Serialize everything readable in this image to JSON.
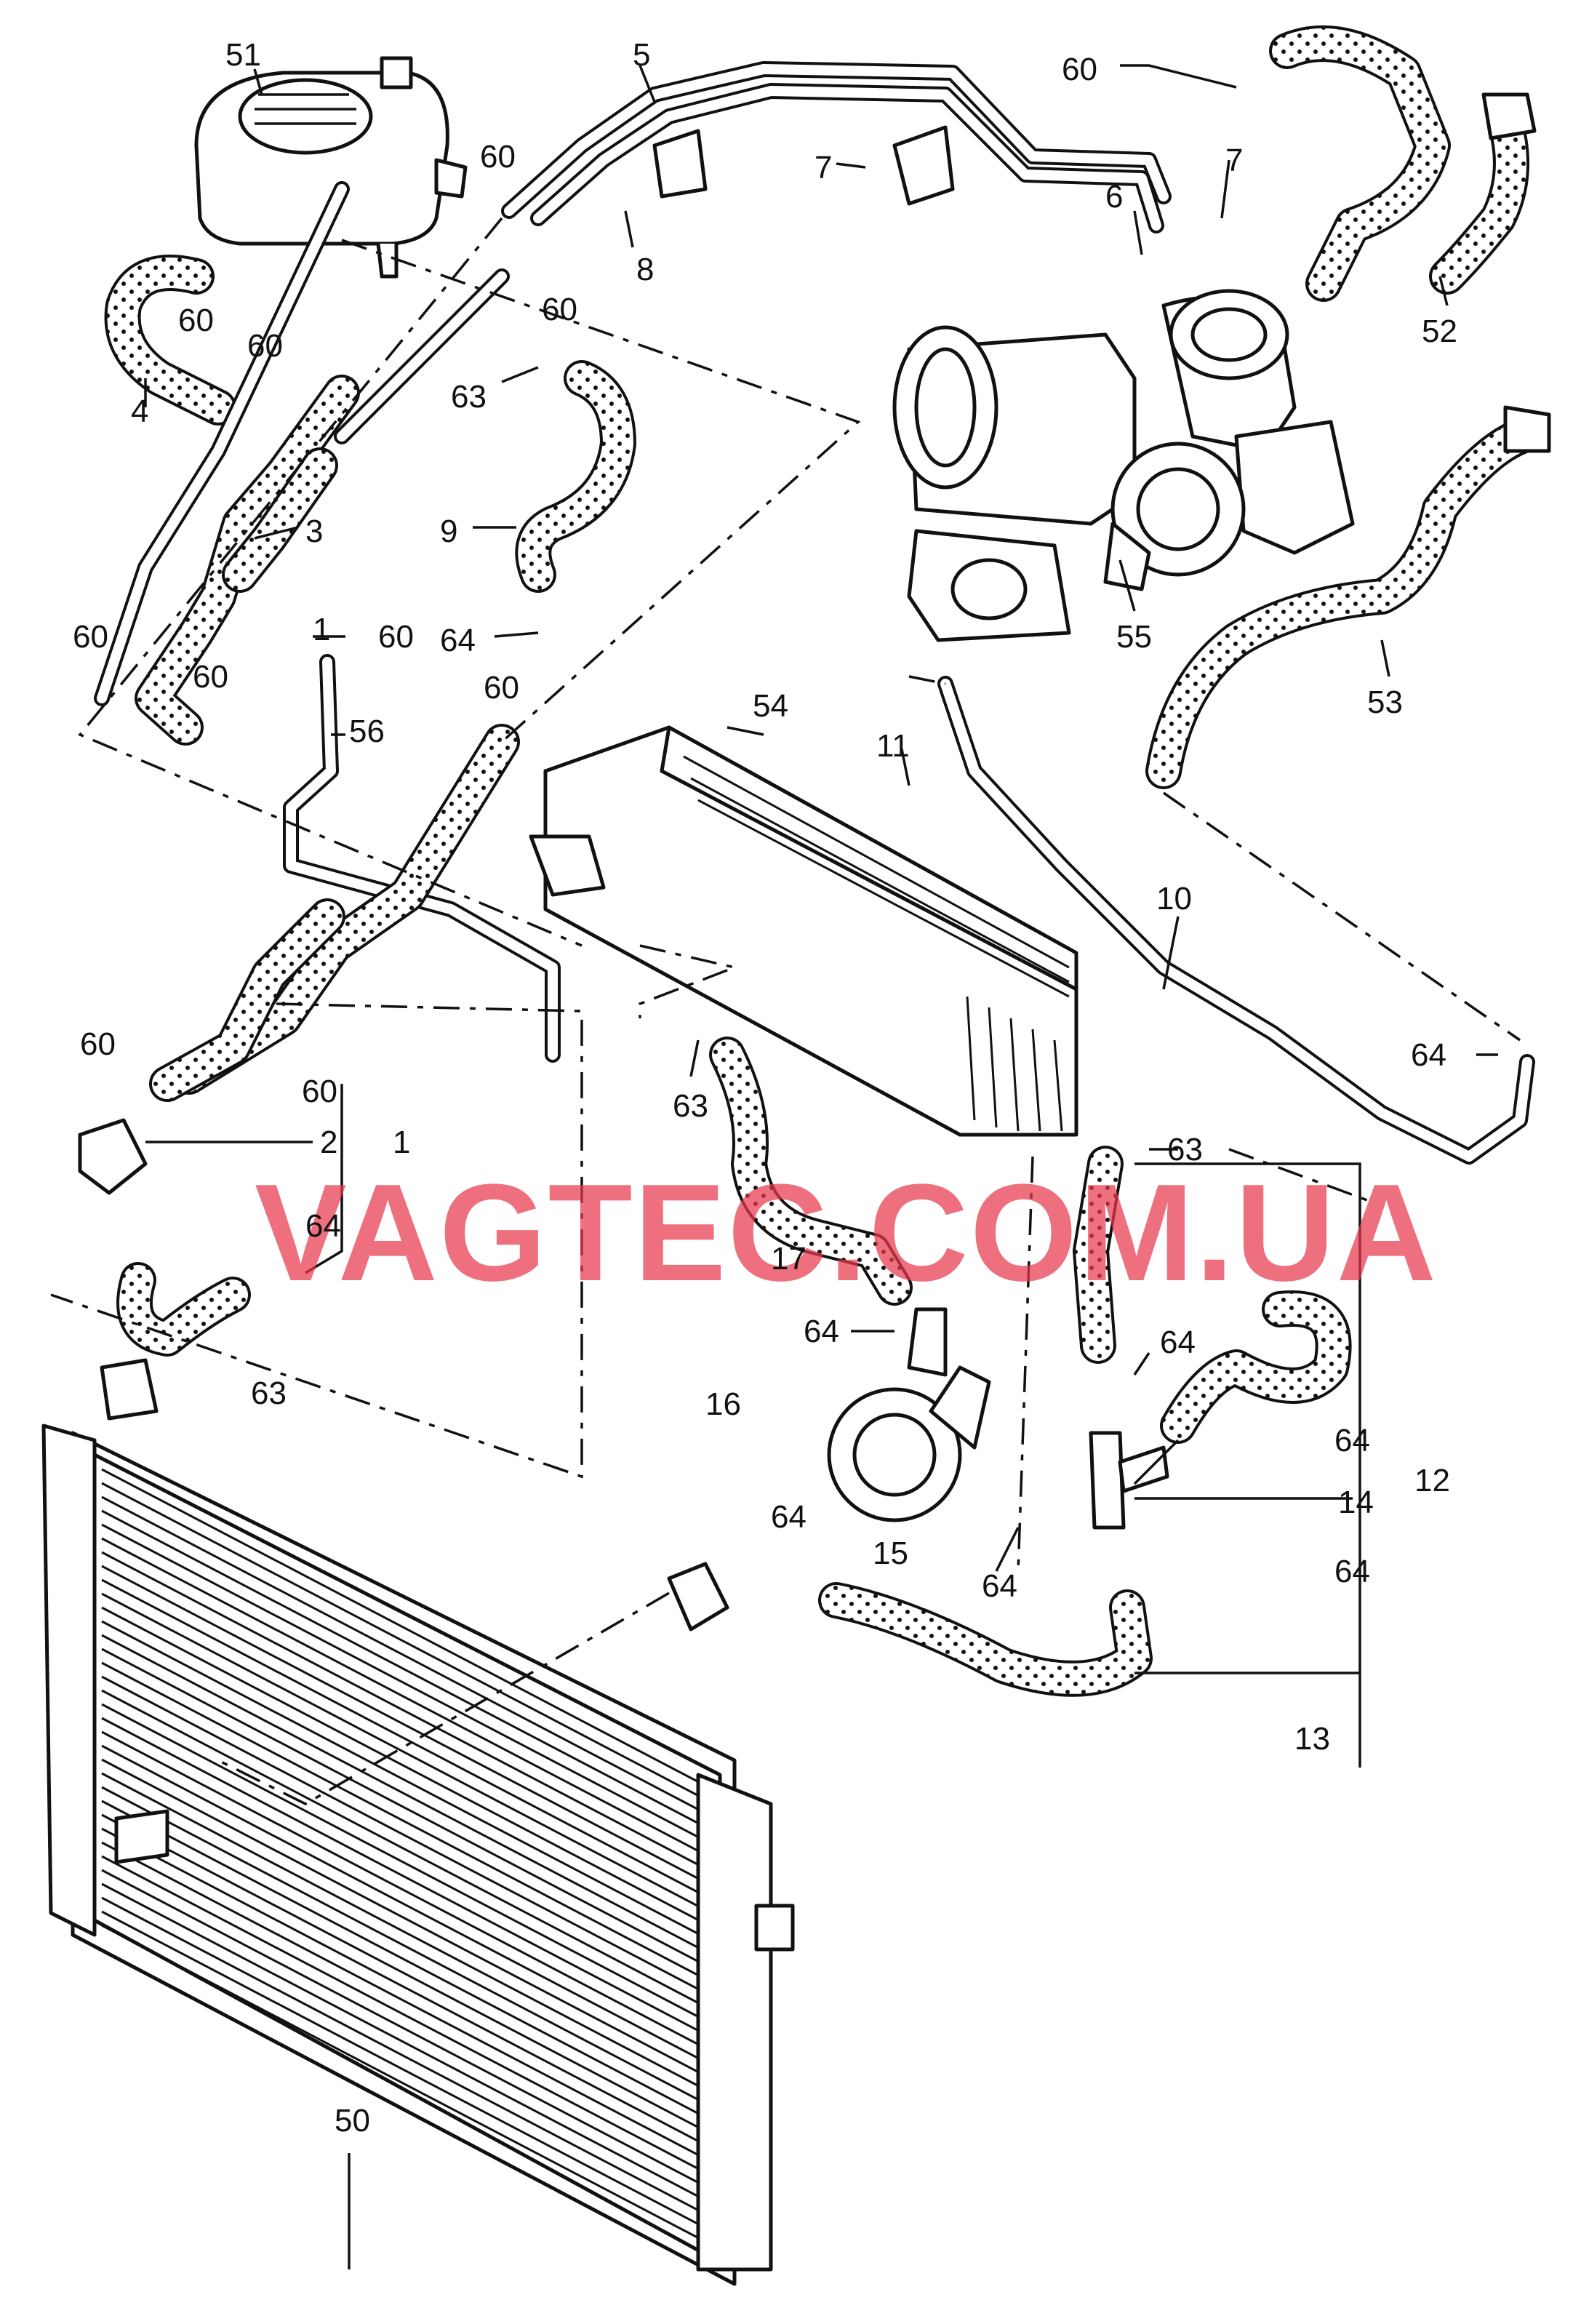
{
  "watermark": "VAGTEC.COM.UA",
  "callouts": [
    {
      "id": "51",
      "text": "51"
    },
    {
      "id": "5",
      "text": "5"
    },
    {
      "id": "60a",
      "text": "60"
    },
    {
      "id": "60b",
      "text": "60"
    },
    {
      "id": "60c",
      "text": "60"
    },
    {
      "id": "60d",
      "text": "60"
    },
    {
      "id": "60e",
      "text": "60"
    },
    {
      "id": "60f",
      "text": "60"
    },
    {
      "id": "60g",
      "text": "60"
    },
    {
      "id": "60h",
      "text": "60"
    },
    {
      "id": "60i",
      "text": "60"
    },
    {
      "id": "60j",
      "text": "60"
    },
    {
      "id": "60k",
      "text": "60"
    },
    {
      "id": "7a",
      "text": "7"
    },
    {
      "id": "7b",
      "text": "7"
    },
    {
      "id": "8",
      "text": "8"
    },
    {
      "id": "6",
      "text": "6"
    },
    {
      "id": "52",
      "text": "52"
    },
    {
      "id": "4",
      "text": "4"
    },
    {
      "id": "63a",
      "text": "63"
    },
    {
      "id": "3",
      "text": "3"
    },
    {
      "id": "9",
      "text": "9"
    },
    {
      "id": "55",
      "text": "55"
    },
    {
      "id": "64a",
      "text": "64"
    },
    {
      "id": "1a",
      "text": "1"
    },
    {
      "id": "56",
      "text": "56"
    },
    {
      "id": "53",
      "text": "53"
    },
    {
      "id": "54",
      "text": "54"
    },
    {
      "id": "11",
      "text": "11"
    },
    {
      "id": "10",
      "text": "10"
    },
    {
      "id": "64b",
      "text": "64"
    },
    {
      "id": "63b",
      "text": "63"
    },
    {
      "id": "2",
      "text": "2"
    },
    {
      "id": "1b",
      "text": "1"
    },
    {
      "id": "63c",
      "text": "63"
    },
    {
      "id": "64c",
      "text": "64"
    },
    {
      "id": "17",
      "text": "17"
    },
    {
      "id": "64d",
      "text": "64"
    },
    {
      "id": "63d",
      "text": "63"
    },
    {
      "id": "64e",
      "text": "64"
    },
    {
      "id": "16",
      "text": "16"
    },
    {
      "id": "64f",
      "text": "64"
    },
    {
      "id": "12",
      "text": "12"
    },
    {
      "id": "14",
      "text": "14"
    },
    {
      "id": "15",
      "text": "15"
    },
    {
      "id": "64g",
      "text": "64"
    },
    {
      "id": "64h",
      "text": "64"
    },
    {
      "id": "64i",
      "text": "64"
    },
    {
      "id": "13",
      "text": "13"
    },
    {
      "id": "50",
      "text": "50"
    }
  ]
}
